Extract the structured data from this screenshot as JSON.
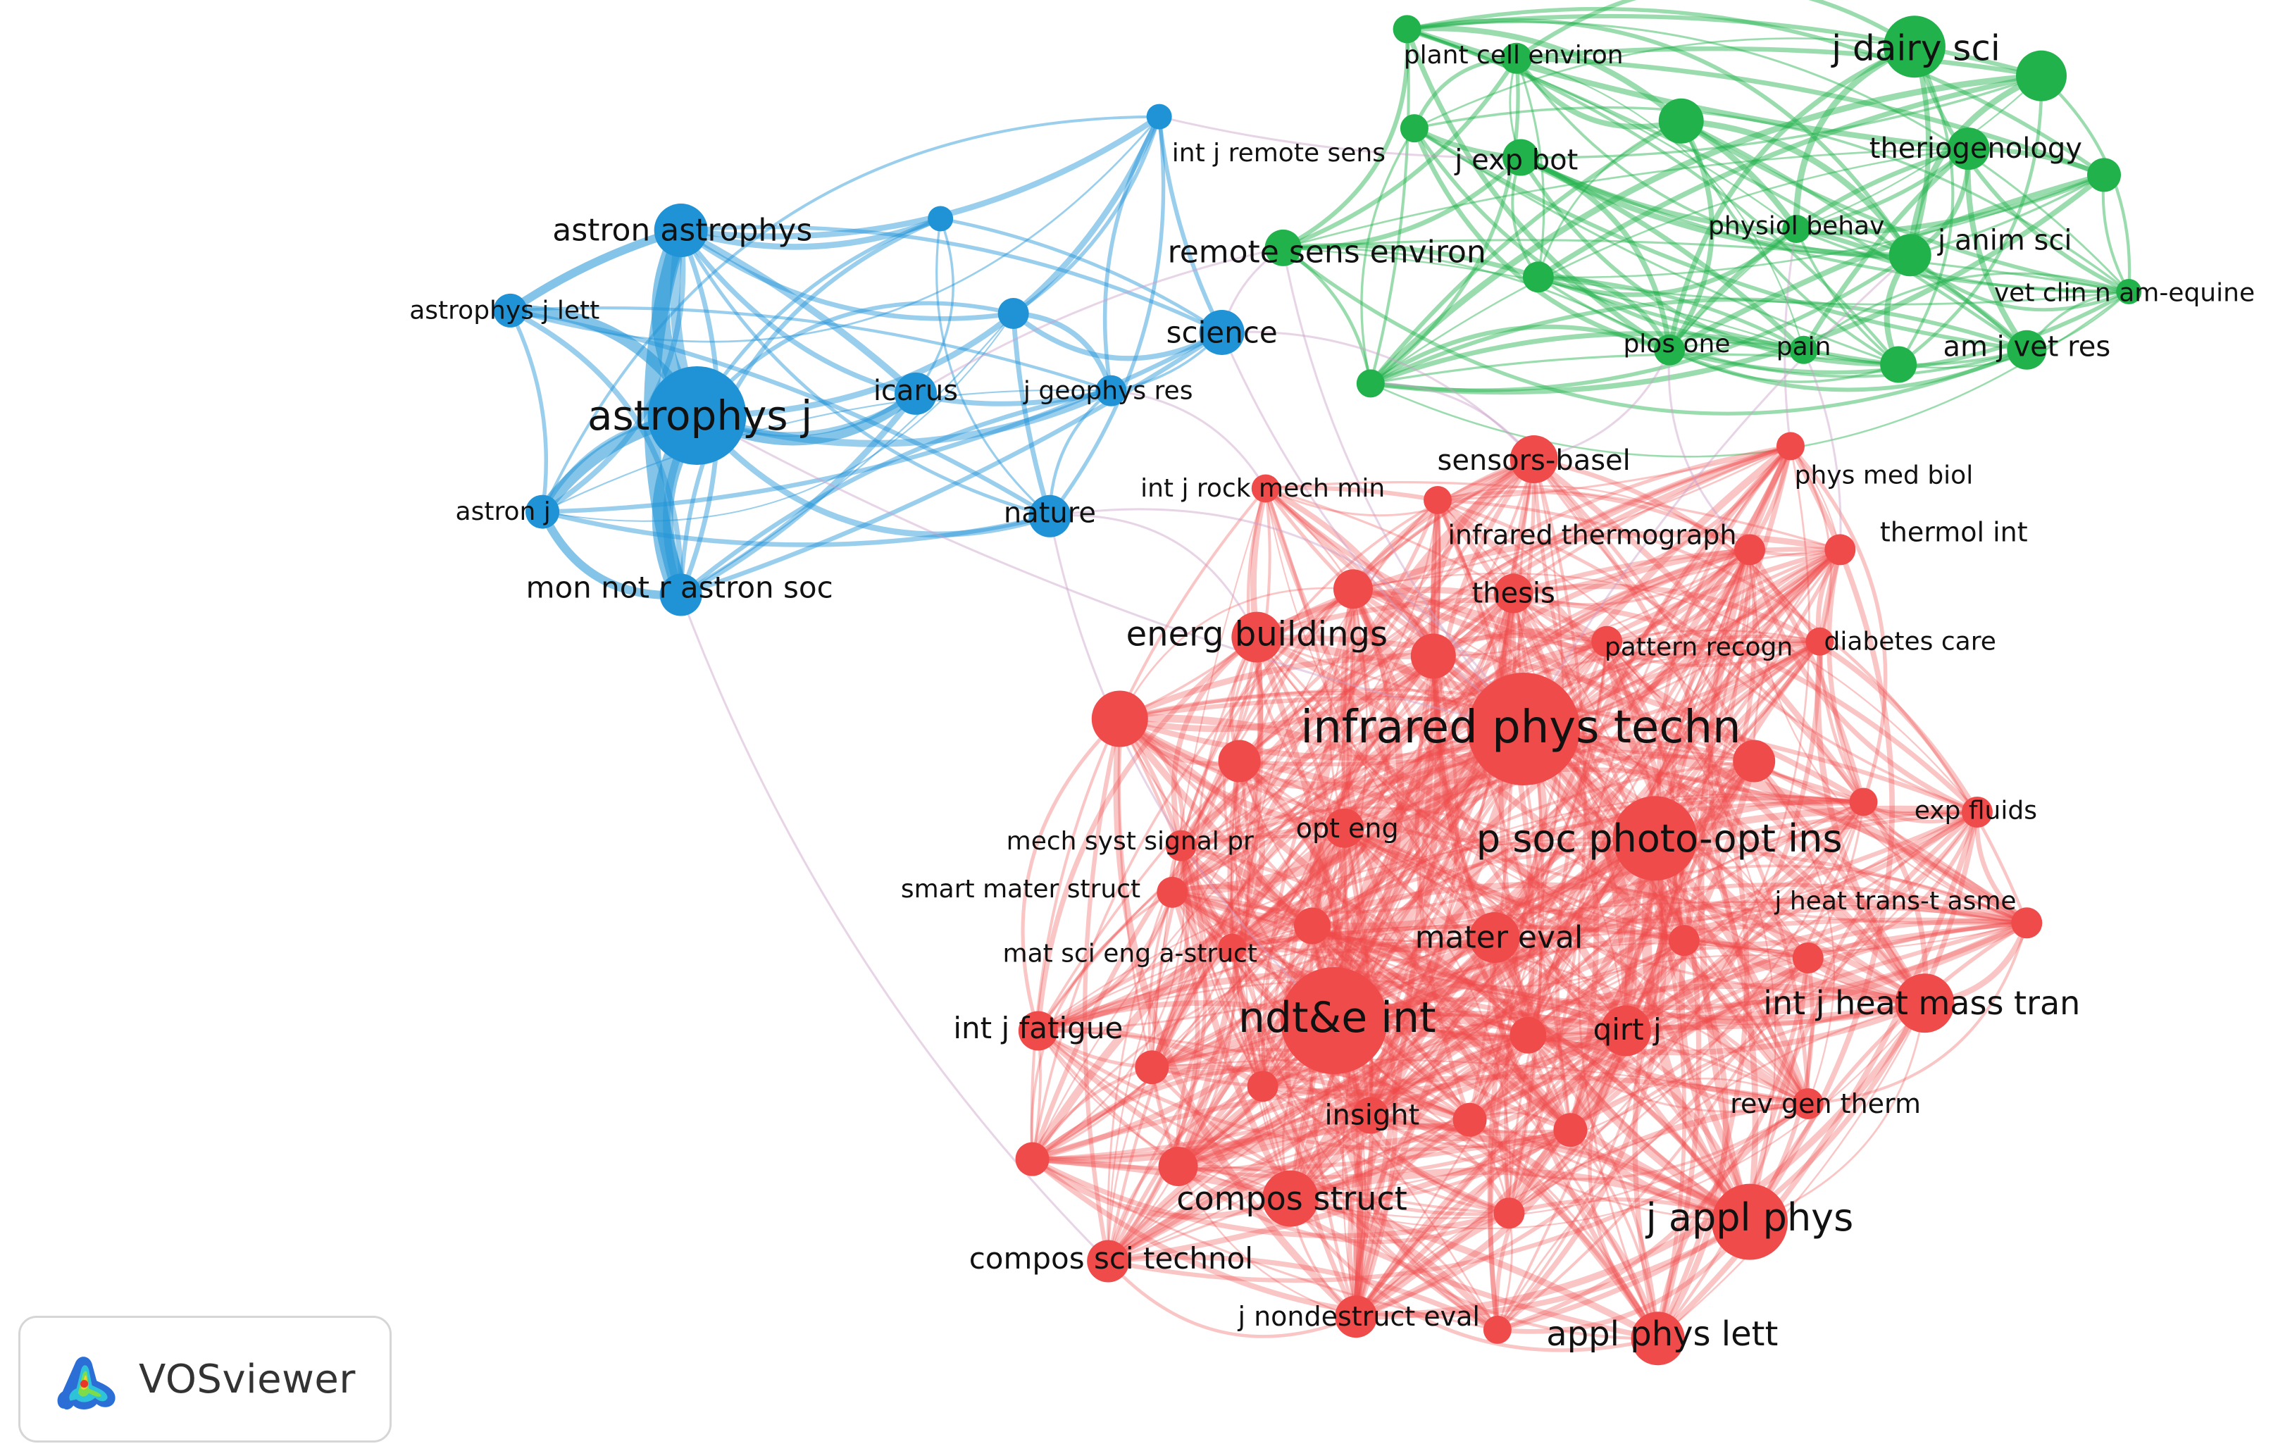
{
  "colors": {
    "blue": "#1f93d6",
    "green": "#22b24c",
    "red": "#f04b4b"
  },
  "brand": {
    "name": "VOSviewer",
    "logo_icon": "vosviewer-density-logo-icon"
  },
  "nodes": [
    {
      "id": "astrophys_j",
      "label": "astrophys j",
      "cluster": "blue",
      "size": 70
    },
    {
      "id": "astron_astrophys",
      "label": "astron astrophys",
      "cluster": "blue",
      "size": 38
    },
    {
      "id": "astrophys_j_lett",
      "label": "astrophys j lett",
      "cluster": "blue",
      "size": 24
    },
    {
      "id": "astron_j",
      "label": "astron j",
      "cluster": "blue",
      "size": 24
    },
    {
      "id": "mon_not",
      "label": "mon not r astron soc",
      "cluster": "blue",
      "size": 30
    },
    {
      "id": "icarus",
      "label": "icarus",
      "cluster": "blue",
      "size": 30
    },
    {
      "id": "j_geophys_res",
      "label": "j geophys res",
      "cluster": "blue",
      "size": 22
    },
    {
      "id": "science",
      "label": "science",
      "cluster": "blue",
      "size": 32
    },
    {
      "id": "nature",
      "label": "nature",
      "cluster": "blue",
      "size": 30
    },
    {
      "id": "int_j_remote_sens",
      "label": "int j remote sens",
      "cluster": "blue",
      "size": 18
    },
    {
      "id": "b_small1",
      "label": "",
      "cluster": "blue",
      "size": 22
    },
    {
      "id": "b_small2",
      "label": "",
      "cluster": "blue",
      "size": 18
    },
    {
      "id": "plant_cell",
      "label": "plant cell environ",
      "cluster": "green",
      "size": 20
    },
    {
      "id": "j_dairy_sci",
      "label": "j dairy sci",
      "cluster": "green",
      "size": 44
    },
    {
      "id": "j_exp_bot",
      "label": "j exp bot",
      "cluster": "green",
      "size": 26
    },
    {
      "id": "theriogenology",
      "label": "theriogenology",
      "cluster": "green",
      "size": 30
    },
    {
      "id": "remote_sens",
      "label": "remote sens environ",
      "cluster": "green",
      "size": 26
    },
    {
      "id": "physiol_behav",
      "label": "physiol behav",
      "cluster": "green",
      "size": 20
    },
    {
      "id": "j_anim_sci",
      "label": "j anim sci",
      "cluster": "green",
      "size": 30
    },
    {
      "id": "vet_clin",
      "label": "vet clin n am-equine",
      "cluster": "green",
      "size": 18
    },
    {
      "id": "plos_one",
      "label": "plos one",
      "cluster": "green",
      "size": 22
    },
    {
      "id": "pain",
      "label": "pain",
      "cluster": "green",
      "size": 20
    },
    {
      "id": "am_j_vet_res",
      "label": "am j vet res",
      "cluster": "green",
      "size": 28
    },
    {
      "id": "g_small1",
      "label": "",
      "cluster": "green",
      "size": 22
    },
    {
      "id": "g_small2",
      "label": "",
      "cluster": "green",
      "size": 20
    },
    {
      "id": "g_small3",
      "label": "",
      "cluster": "green",
      "size": 32
    },
    {
      "id": "g_small4",
      "label": "",
      "cluster": "green",
      "size": 36
    },
    {
      "id": "g_small5",
      "label": "",
      "cluster": "green",
      "size": 24
    },
    {
      "id": "g_small6",
      "label": "",
      "cluster": "green",
      "size": 22
    },
    {
      "id": "g_small7",
      "label": "",
      "cluster": "green",
      "size": 26
    },
    {
      "id": "g_small8",
      "label": "",
      "cluster": "green",
      "size": 20
    },
    {
      "id": "sensors_basel",
      "label": "sensors-basel",
      "cluster": "red",
      "size": 34
    },
    {
      "id": "int_j_rock",
      "label": "int j rock mech min",
      "cluster": "red",
      "size": 20
    },
    {
      "id": "phys_med_biol",
      "label": "phys med biol",
      "cluster": "red",
      "size": 20
    },
    {
      "id": "infrared_thermograph",
      "label": "infrared thermograph",
      "cluster": "red",
      "size": 22
    },
    {
      "id": "thermol_int",
      "label": "thermol int",
      "cluster": "red",
      "size": 22
    },
    {
      "id": "thesis",
      "label": "thesis",
      "cluster": "red",
      "size": 28
    },
    {
      "id": "energ_buildings",
      "label": "energ buildings",
      "cluster": "red",
      "size": 36
    },
    {
      "id": "pattern_recogn",
      "label": "pattern recogn",
      "cluster": "red",
      "size": 22
    },
    {
      "id": "diabetes_care",
      "label": "diabetes care",
      "cluster": "red",
      "size": 20
    },
    {
      "id": "infrared_phys_techn",
      "label": "infrared phys techn",
      "cluster": "red",
      "size": 80
    },
    {
      "id": "exp_fluids",
      "label": "exp fluids",
      "cluster": "red",
      "size": 22
    },
    {
      "id": "mech_syst",
      "label": "mech syst signal pr",
      "cluster": "red",
      "size": 22
    },
    {
      "id": "opt_eng",
      "label": "opt eng",
      "cluster": "red",
      "size": 28
    },
    {
      "id": "p_soc_photo",
      "label": "p soc photo-opt ins",
      "cluster": "red",
      "size": 60
    },
    {
      "id": "smart_mater",
      "label": "smart mater struct",
      "cluster": "red",
      "size": 22
    },
    {
      "id": "j_heat_trans",
      "label": "j heat trans-t asme",
      "cluster": "red",
      "size": 22
    },
    {
      "id": "mater_eval",
      "label": "mater eval",
      "cluster": "red",
      "size": 36
    },
    {
      "id": "mat_sci_eng",
      "label": "mat sci eng a-struct",
      "cluster": "red",
      "size": 20
    },
    {
      "id": "int_j_fatigue",
      "label": "int j fatigue",
      "cluster": "red",
      "size": 28
    },
    {
      "id": "ndt_e_int",
      "label": "ndt&e int",
      "cluster": "red",
      "size": 76
    },
    {
      "id": "qirt_j",
      "label": "qirt j",
      "cluster": "red",
      "size": 36
    },
    {
      "id": "int_j_heat_mass",
      "label": "int j heat mass tran",
      "cluster": "red",
      "size": 42
    },
    {
      "id": "insight",
      "label": "insight",
      "cluster": "red",
      "size": 26
    },
    {
      "id": "rev_gen_therm",
      "label": "rev gen therm",
      "cluster": "red",
      "size": 22
    },
    {
      "id": "compos_struct",
      "label": "compos struct",
      "cluster": "red",
      "size": 40
    },
    {
      "id": "j_appl_phys",
      "label": "j appl phys",
      "cluster": "red",
      "size": 54
    },
    {
      "id": "compos_sci",
      "label": "compos sci technol",
      "cluster": "red",
      "size": 30
    },
    {
      "id": "j_nondestruct",
      "label": "j nondestruct eval",
      "cluster": "red",
      "size": 30
    },
    {
      "id": "appl_phys_lett",
      "label": "appl phys lett",
      "cluster": "red",
      "size": 38
    },
    {
      "id": "r_small1",
      "label": "",
      "cluster": "red",
      "size": 40
    },
    {
      "id": "r_small2",
      "label": "",
      "cluster": "red",
      "size": 30
    },
    {
      "id": "r_small3",
      "label": "",
      "cluster": "red",
      "size": 32
    },
    {
      "id": "r_small4",
      "label": "",
      "cluster": "red",
      "size": 28
    },
    {
      "id": "r_small5",
      "label": "",
      "cluster": "red",
      "size": 30
    },
    {
      "id": "r_small6",
      "label": "",
      "cluster": "red",
      "size": 26
    },
    {
      "id": "r_small7",
      "label": "",
      "cluster": "red",
      "size": 24
    },
    {
      "id": "r_small8",
      "label": "",
      "cluster": "red",
      "size": 22
    },
    {
      "id": "r_small9",
      "label": "",
      "cluster": "red",
      "size": 24
    },
    {
      "id": "r_small10",
      "label": "",
      "cluster": "red",
      "size": 26
    },
    {
      "id": "r_small11",
      "label": "",
      "cluster": "red",
      "size": 22
    },
    {
      "id": "r_small12",
      "label": "",
      "cluster": "red",
      "size": 24
    },
    {
      "id": "r_small13",
      "label": "",
      "cluster": "red",
      "size": 28
    },
    {
      "id": "r_small14",
      "label": "",
      "cluster": "red",
      "size": 22
    },
    {
      "id": "r_small15",
      "label": "",
      "cluster": "red",
      "size": 24
    },
    {
      "id": "r_small16",
      "label": "",
      "cluster": "red",
      "size": 20
    },
    {
      "id": "r_small17",
      "label": "",
      "cluster": "red",
      "size": 22
    },
    {
      "id": "r_small18",
      "label": "",
      "cluster": "red",
      "size": 20
    },
    {
      "id": "r_small19",
      "label": "",
      "cluster": "red",
      "size": 20
    }
  ]
}
